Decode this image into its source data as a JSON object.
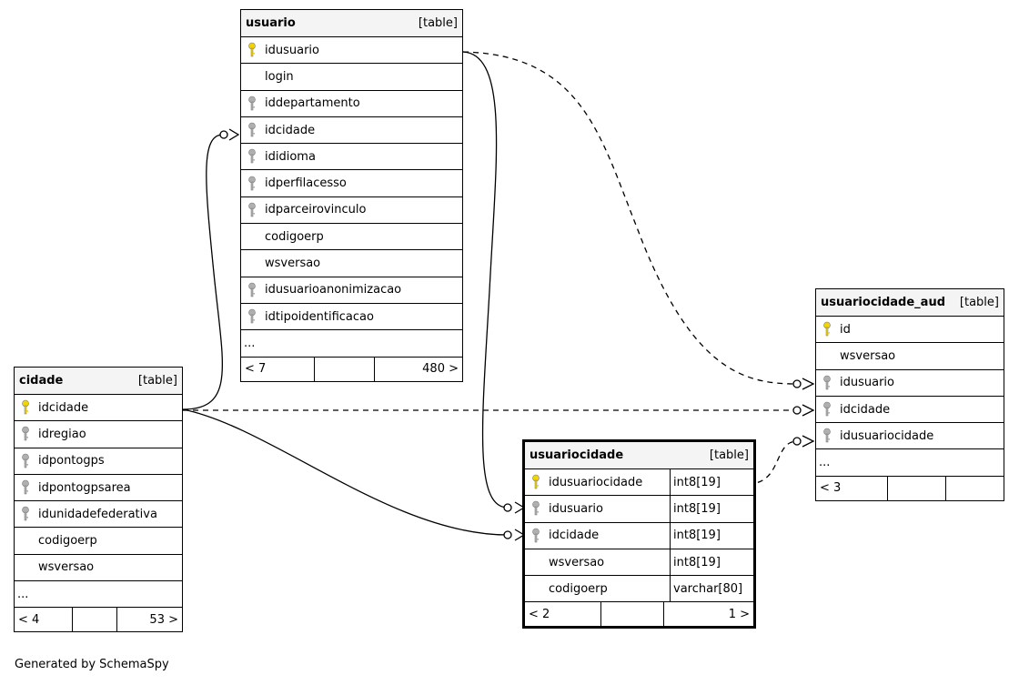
{
  "tables": {
    "usuario": {
      "name": "usuario",
      "type": "[table]",
      "columns": [
        {
          "name": "idusuario",
          "key": "pk"
        },
        {
          "name": "login",
          "key": ""
        },
        {
          "name": "iddepartamento",
          "key": "fk"
        },
        {
          "name": "idcidade",
          "key": "fk"
        },
        {
          "name": "ididioma",
          "key": "fk"
        },
        {
          "name": "idperfilacesso",
          "key": "fk"
        },
        {
          "name": "idparceirovinculo",
          "key": "fk"
        },
        {
          "name": "codigoerp",
          "key": ""
        },
        {
          "name": "wsversao",
          "key": ""
        },
        {
          "name": "idusuarioanonimizacao",
          "key": "fk"
        },
        {
          "name": "idtipoidentificacao",
          "key": "fk"
        }
      ],
      "more": "...",
      "footer": {
        "left": "< 7",
        "mid": "",
        "right": "480 >"
      }
    },
    "cidade": {
      "name": "cidade",
      "type": "[table]",
      "columns": [
        {
          "name": "idcidade",
          "key": "pk"
        },
        {
          "name": "idregiao",
          "key": "fk"
        },
        {
          "name": "idpontogps",
          "key": "fk"
        },
        {
          "name": "idpontogpsarea",
          "key": "fk"
        },
        {
          "name": "idunidadefederativa",
          "key": "fk"
        },
        {
          "name": "codigoerp",
          "key": ""
        },
        {
          "name": "wsversao",
          "key": ""
        }
      ],
      "more": "...",
      "footer": {
        "left": "< 4",
        "mid": "",
        "right": "53 >"
      }
    },
    "usuariocidade": {
      "name": "usuariocidade",
      "type": "[table]",
      "columns": [
        {
          "name": "idusuariocidade",
          "key": "pk",
          "type": "int8[19]"
        },
        {
          "name": "idusuario",
          "key": "fk",
          "type": "int8[19]"
        },
        {
          "name": "idcidade",
          "key": "fk",
          "type": "int8[19]"
        },
        {
          "name": "wsversao",
          "key": "",
          "type": "int8[19]"
        },
        {
          "name": "codigoerp",
          "key": "",
          "type": "varchar[80]"
        }
      ],
      "footer": {
        "left": "< 2",
        "mid": "",
        "right": "1 >"
      }
    },
    "usuariocidade_aud": {
      "name": "usuariocidade_aud",
      "type": "[table]",
      "columns": [
        {
          "name": "id",
          "key": "pk"
        },
        {
          "name": "wsversao",
          "key": ""
        },
        {
          "name": "idusuario",
          "key": "fk"
        },
        {
          "name": "idcidade",
          "key": "fk"
        },
        {
          "name": "idusuariocidade",
          "key": "fk"
        }
      ],
      "more": "...",
      "footer": {
        "left": "< 3",
        "mid": "",
        "right": ""
      }
    }
  },
  "credit": "Generated by SchemaSpy",
  "colors": {
    "pk_key": "#f2d400",
    "fk_key": "#b0b0b0",
    "header_bg": "#f4f4f4"
  }
}
